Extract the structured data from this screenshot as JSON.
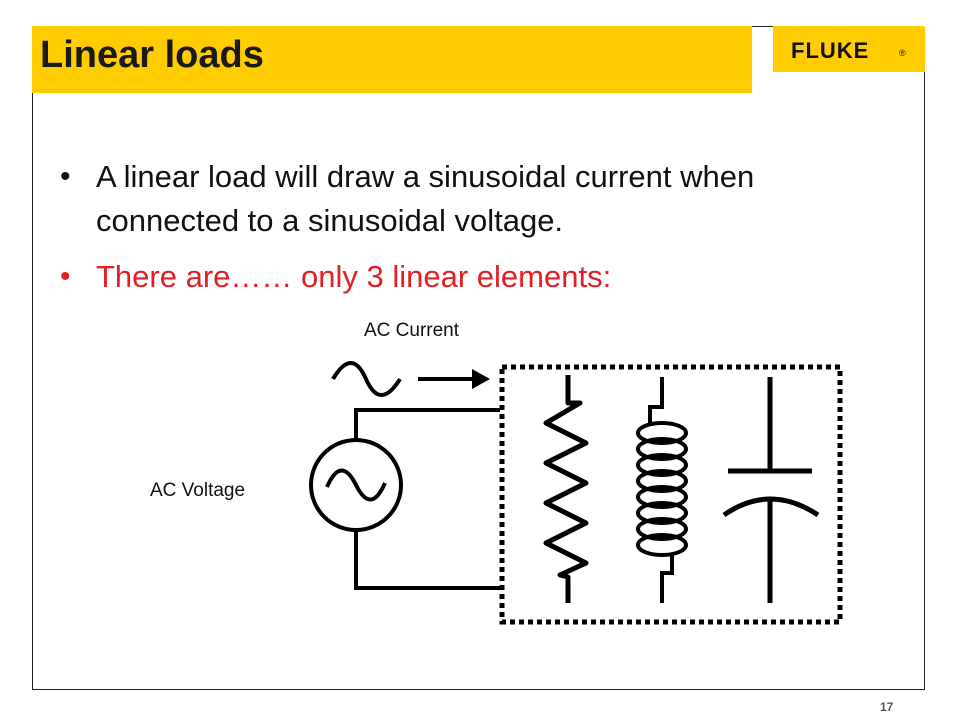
{
  "slide": {
    "title": "Linear loads",
    "logo_text": "FLUKE",
    "logo_mark": "®",
    "bullets": [
      "A linear load will draw a sinusoidal current when connected to a sinusoidal voltage.",
      "There are…… only 3 linear elements:"
    ],
    "page_number": "17"
  },
  "diagram": {
    "current_label": "AC Current",
    "voltage_label": "AC Voltage",
    "elements": [
      "resistor-icon",
      "inductor-icon",
      "capacitor-icon"
    ]
  },
  "colors": {
    "title_bar": "#ffcc00",
    "highlight_text": "#e31e24"
  }
}
